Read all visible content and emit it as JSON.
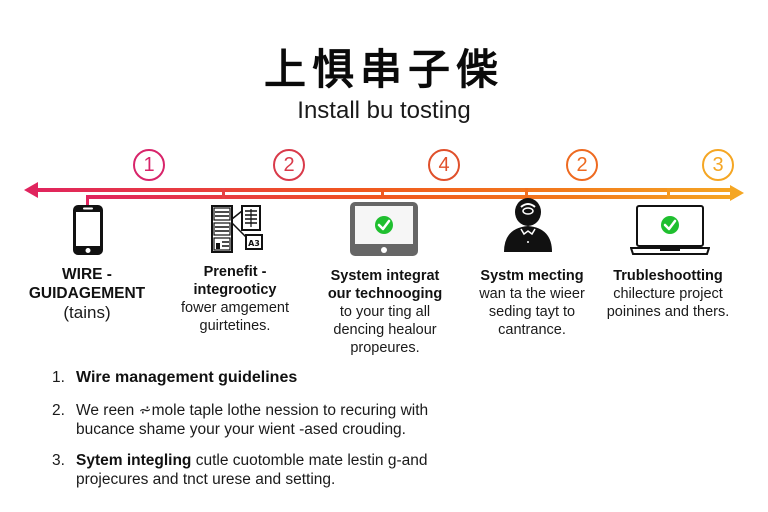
{
  "header": {
    "title": "上惧串子偨",
    "subtitle": "Install bu tosting"
  },
  "timeline": {
    "colors": {
      "start": "#e0245e",
      "mid": "#f26b1d",
      "end": "#f5a623",
      "check_green": "#1fbf2f"
    },
    "markers": [
      {
        "number": "1",
        "color": "#d8246a"
      },
      {
        "number": "2",
        "color": "#d93a4a"
      },
      {
        "number": "4",
        "color": "#e0502b"
      },
      {
        "number": "2",
        "color": "#ee6a20"
      },
      {
        "number": "3",
        "color": "#f5a623"
      }
    ],
    "nodes": [
      {
        "icon": "smartphone-icon",
        "heading_line1": "WIRE -",
        "heading_line2": "GUIDAGEMENT",
        "body": "(tains)"
      },
      {
        "icon": "document-diagram-icon",
        "heading_line1": "Prenefit -",
        "heading_line2": "integrooticy",
        "body_line1": "fower amgement",
        "body_line2": "guirtetines."
      },
      {
        "icon": "tablet-check-icon",
        "heading_line1": "System integrat",
        "heading_line2": "our technooging",
        "body_line1": "to your ting all",
        "body_line2": "dencing healour",
        "body_line3": "propeures."
      },
      {
        "icon": "support-person-icon",
        "heading_line1": "Systm mecting",
        "body_line1": "wan ta the wieer",
        "body_line2": "seding tayt to",
        "body_line3": "cantrance."
      },
      {
        "icon": "laptop-check-icon",
        "heading_line1": "Trubleshootting",
        "body_line1": "chilecture project",
        "body_line2": "poinines and thers."
      }
    ]
  },
  "list": {
    "items": [
      {
        "number": "1.",
        "bold": "Wire management guidelines",
        "text": ""
      },
      {
        "number": "2.",
        "bold": "",
        "text": "We reen ⩫mole taple lothe nession to recuring with bucance shame your your wient ‑ased crouding."
      },
      {
        "number": "3.",
        "bold": "Sytem integling",
        "text": " cutle cuotomble mate lestin g-and projecures and tnct urese and setting."
      }
    ]
  }
}
